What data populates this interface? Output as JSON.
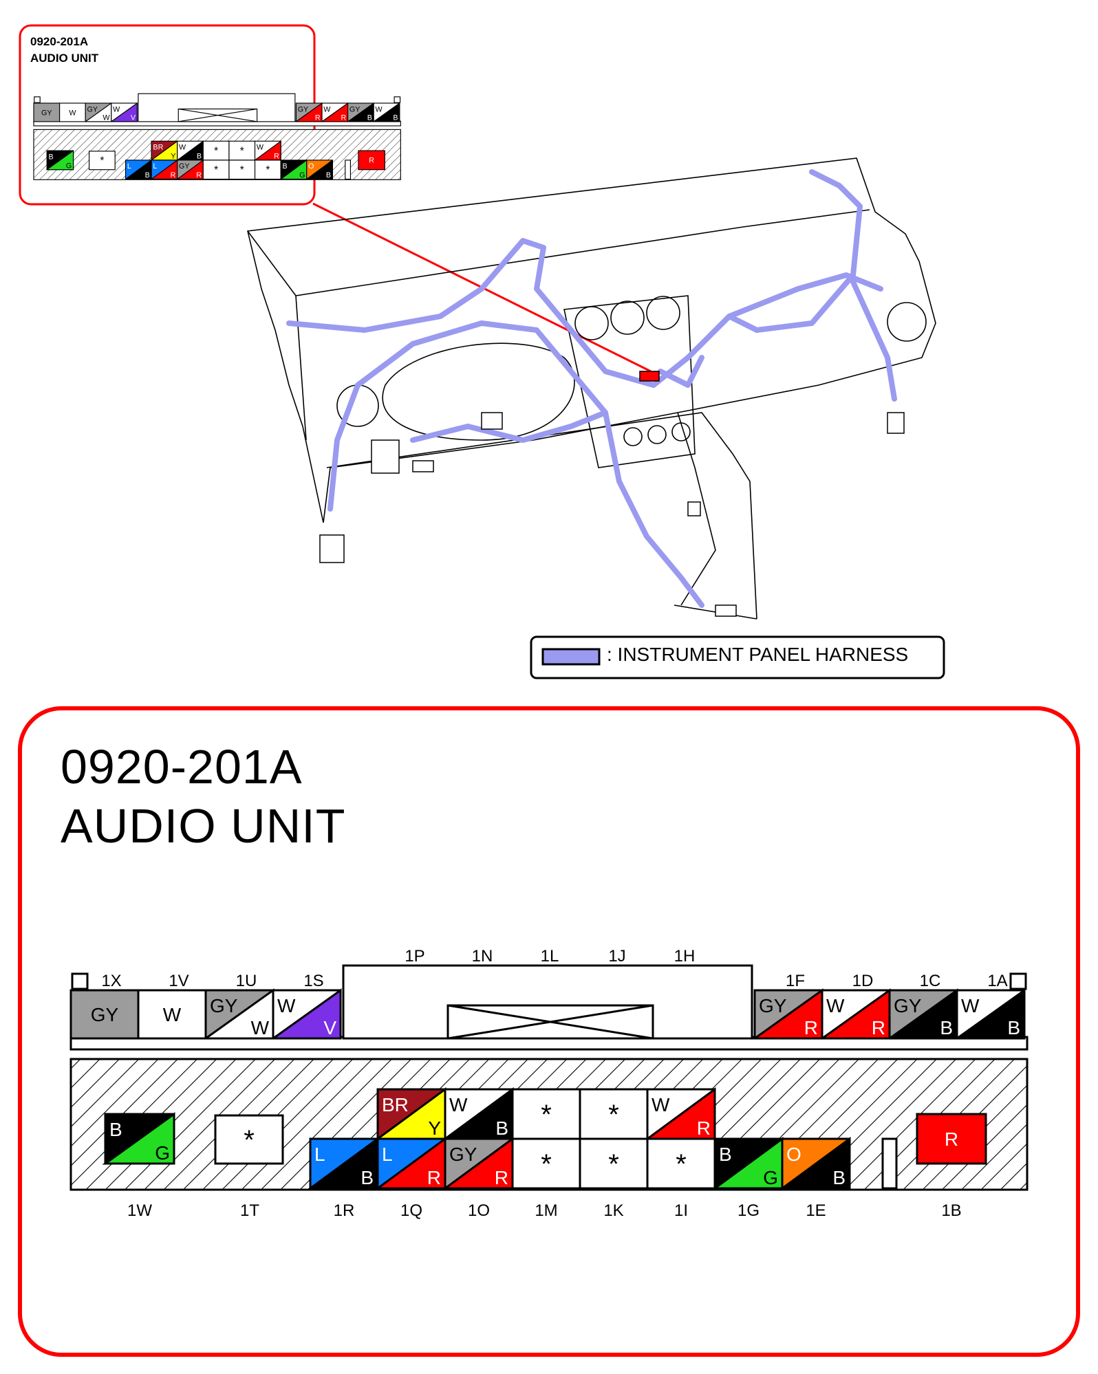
{
  "inset": {
    "code": "0920-201A",
    "name": "AUDIO UNIT"
  },
  "legend": {
    "label": ": INSTRUMENT PANEL HARNESS",
    "harness_color": "#9a9af0"
  },
  "main": {
    "code": "0920-201A",
    "name": "AUDIO UNIT"
  },
  "colors": {
    "frame": "#ff0000",
    "GY": "#9c9c9c",
    "W": "#ffffff",
    "B": "#000000",
    "V": "#7b2fe6",
    "R": "#ff0000",
    "G": "#22dd22",
    "L": "#0a7cff",
    "BR": "#a0141e",
    "Y": "#ffff00",
    "O": "#ff7a00"
  },
  "connector": {
    "top_row": [
      {
        "id": "1X",
        "main": "GY"
      },
      {
        "id": "1V",
        "main": "W"
      },
      {
        "id": "1U",
        "main": "GY",
        "stripe": "W"
      },
      {
        "id": "1S",
        "main": "W",
        "stripe": "V"
      }
    ],
    "top_right": [
      {
        "id": "1F",
        "main": "GY",
        "stripe": "R"
      },
      {
        "id": "1D",
        "main": "W",
        "stripe": "R"
      },
      {
        "id": "1C",
        "main": "GY",
        "stripe": "B"
      },
      {
        "id": "1A",
        "main": "W",
        "stripe": "B"
      }
    ],
    "top_center_labels": [
      "1P",
      "1N",
      "1L",
      "1J",
      "1H"
    ],
    "lower_upper": [
      {
        "id": "1Q-upper",
        "main": "BR",
        "stripe": "Y"
      },
      {
        "id": "1O-upper",
        "main": "W",
        "stripe": "B"
      },
      {
        "id": "1M-upper",
        "empty": "*"
      },
      {
        "id": "1K-upper",
        "empty": "*"
      },
      {
        "id": "1I-upper",
        "main": "W",
        "stripe": "R"
      }
    ],
    "lower_lower": [
      {
        "id": "1R",
        "main": "L",
        "stripe": "B"
      },
      {
        "id": "1Q",
        "main": "L",
        "stripe": "R"
      },
      {
        "id": "1O",
        "main": "GY",
        "stripe": "R"
      },
      {
        "id": "1M",
        "empty": "*"
      },
      {
        "id": "1K",
        "empty": "*"
      },
      {
        "id": "1I",
        "empty": "*"
      },
      {
        "id": "1G",
        "main": "B",
        "stripe": "G"
      },
      {
        "id": "1E",
        "main": "O",
        "stripe": "B"
      }
    ],
    "isolated": [
      {
        "id": "1W",
        "main": "B",
        "stripe": "G"
      },
      {
        "id": "1T",
        "empty": "*"
      },
      {
        "id": "1B",
        "main": "R"
      }
    ],
    "bottom_labels": [
      "1W",
      "1T",
      "1R",
      "1Q",
      "1O",
      "1M",
      "1K",
      "1I",
      "1G",
      "1E",
      "1B"
    ]
  }
}
